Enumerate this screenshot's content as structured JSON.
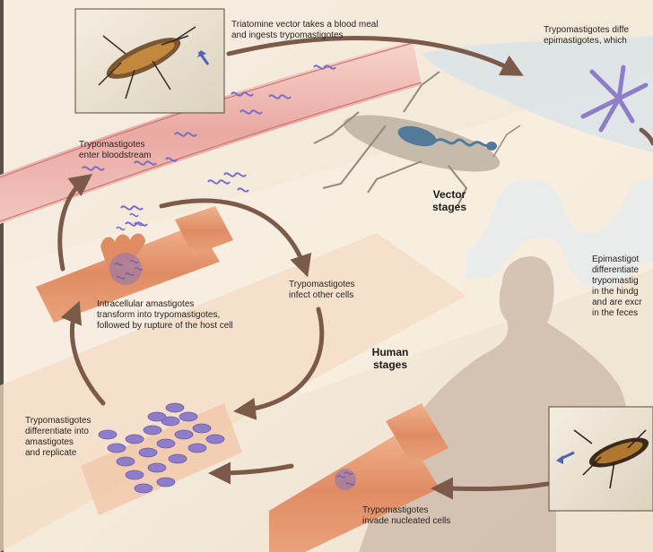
{
  "labels": {
    "blood_meal": [
      "Triatomine vector takes a blood meal",
      "and ingests trypomastigotes"
    ],
    "epi_diff": [
      "Trypomastigotes diffe",
      "epimastigotes, which"
    ],
    "enter_blood": [
      "Trypomastigotes",
      "enter bloodstream"
    ],
    "infect_other": [
      "Trypomastigotes",
      "infect other cells"
    ],
    "intracellular": [
      "Intracellular amastigotes",
      "transform into trypomastigotes,",
      "followed by rupture of the host cell"
    ],
    "differentiate": [
      "Trypomastigotes",
      "differentiate into",
      "amastigotes",
      "and replicate"
    ],
    "invade": [
      "Trypomastigotes",
      "invade nucleated cells"
    ],
    "epimastigotes_right": [
      "Epimastigot",
      "differentiate",
      "trypomastig",
      "in the hindg",
      "and are excr",
      "in the feces"
    ]
  },
  "stages": {
    "vector": [
      "Vector",
      "stages"
    ],
    "human": [
      "Human",
      "stages"
    ]
  },
  "colors": {
    "background": "#f3ecdf",
    "vessel": "#e9a9a3",
    "muscle": "#e7a07b",
    "arrow": "#7b5a4a",
    "parasite": "#7a6ac9",
    "silhouette": "#cfbcab",
    "vector_body": "#c4b8a8"
  }
}
